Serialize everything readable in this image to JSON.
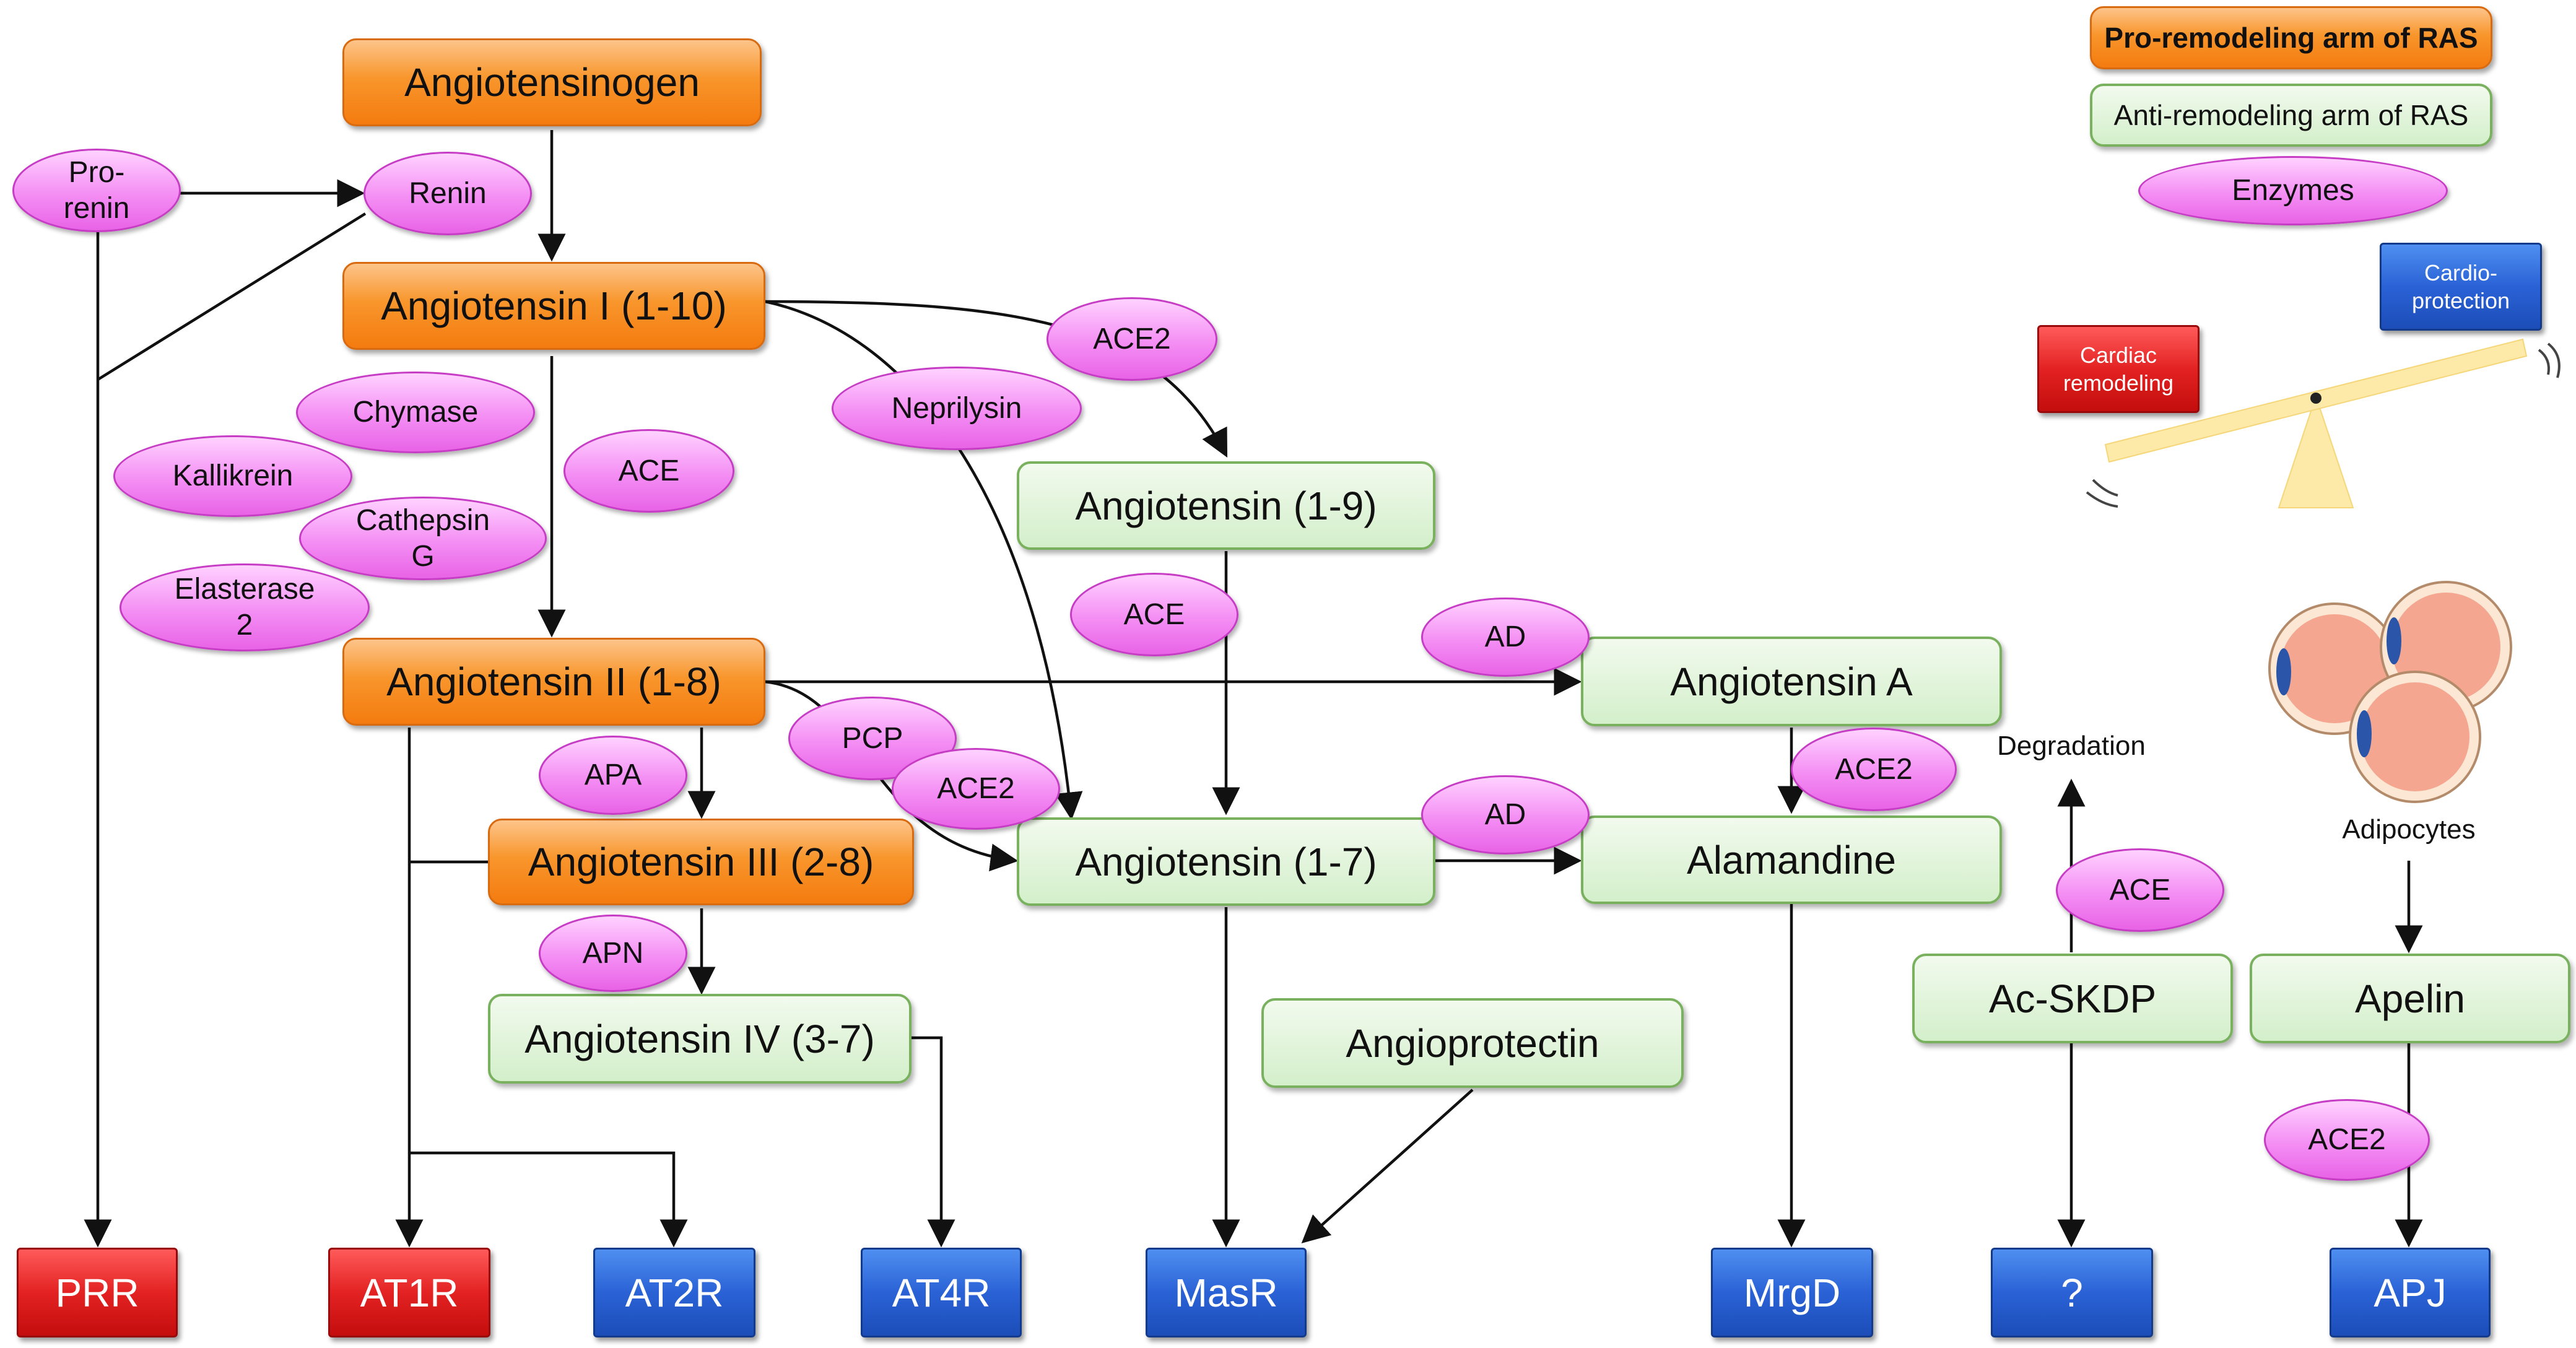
{
  "nodes": {
    "angiotensinogen": "Angiotensinogen",
    "ang1": "Angiotensin I (1-10)",
    "ang2": "Angiotensin II (1-8)",
    "ang3": "Angiotensin III (2-8)",
    "ang4": "Angiotensin IV (3-7)",
    "ang19": "Angiotensin (1-9)",
    "ang17": "Angiotensin (1-7)",
    "angA": "Angiotensin A",
    "alamandine": "Alamandine",
    "angioprotectin": "Angioprotectin",
    "acskdp": "Ac-SKDP",
    "apelin": "Apelin"
  },
  "enzymes": {
    "prorenin": "Pro-\nrenin",
    "renin": "Renin",
    "chymase": "Chymase",
    "kallikrein": "Kallikrein",
    "cathepsin": "Cathepsin\nG",
    "elastase": "Elasterase\n2",
    "ace_left": "ACE",
    "ace2_top": "ACE2",
    "neprilysin": "Neprilysin",
    "ace_mid": "ACE",
    "ad_top": "AD",
    "ad_bottom": "AD",
    "pcp": "PCP",
    "ace2_mid": "ACE2",
    "apa": "APA",
    "apn": "APN",
    "ace2_right": "ACE2",
    "ace_right": "ACE",
    "ace2_apelin": "ACE2"
  },
  "receptors": {
    "prr": "PRR",
    "at1r": "AT1R",
    "at2r": "AT2R",
    "at4r": "AT4R",
    "masr": "MasR",
    "mrgd": "MrgD",
    "unknown": "?",
    "apj": "APJ"
  },
  "labels": {
    "degradation": "Degradation",
    "adipocytes": "Adipocytes"
  },
  "legend": {
    "pro": "Pro-remodeling arm of RAS",
    "anti": "Anti-remodeling arm of RAS",
    "enzymes": "Enzymes"
  },
  "seesaw": {
    "cardiac": "Cardiac\nremodeling",
    "cardio": "Cardio-\nprotection"
  },
  "colors": {
    "pro_remodeling": "#f47b0f",
    "anti_remodeling": "#d3efca",
    "enzyme": "#f48ef4",
    "receptor_red": "#e32222",
    "receptor_blue": "#2a62d6"
  }
}
